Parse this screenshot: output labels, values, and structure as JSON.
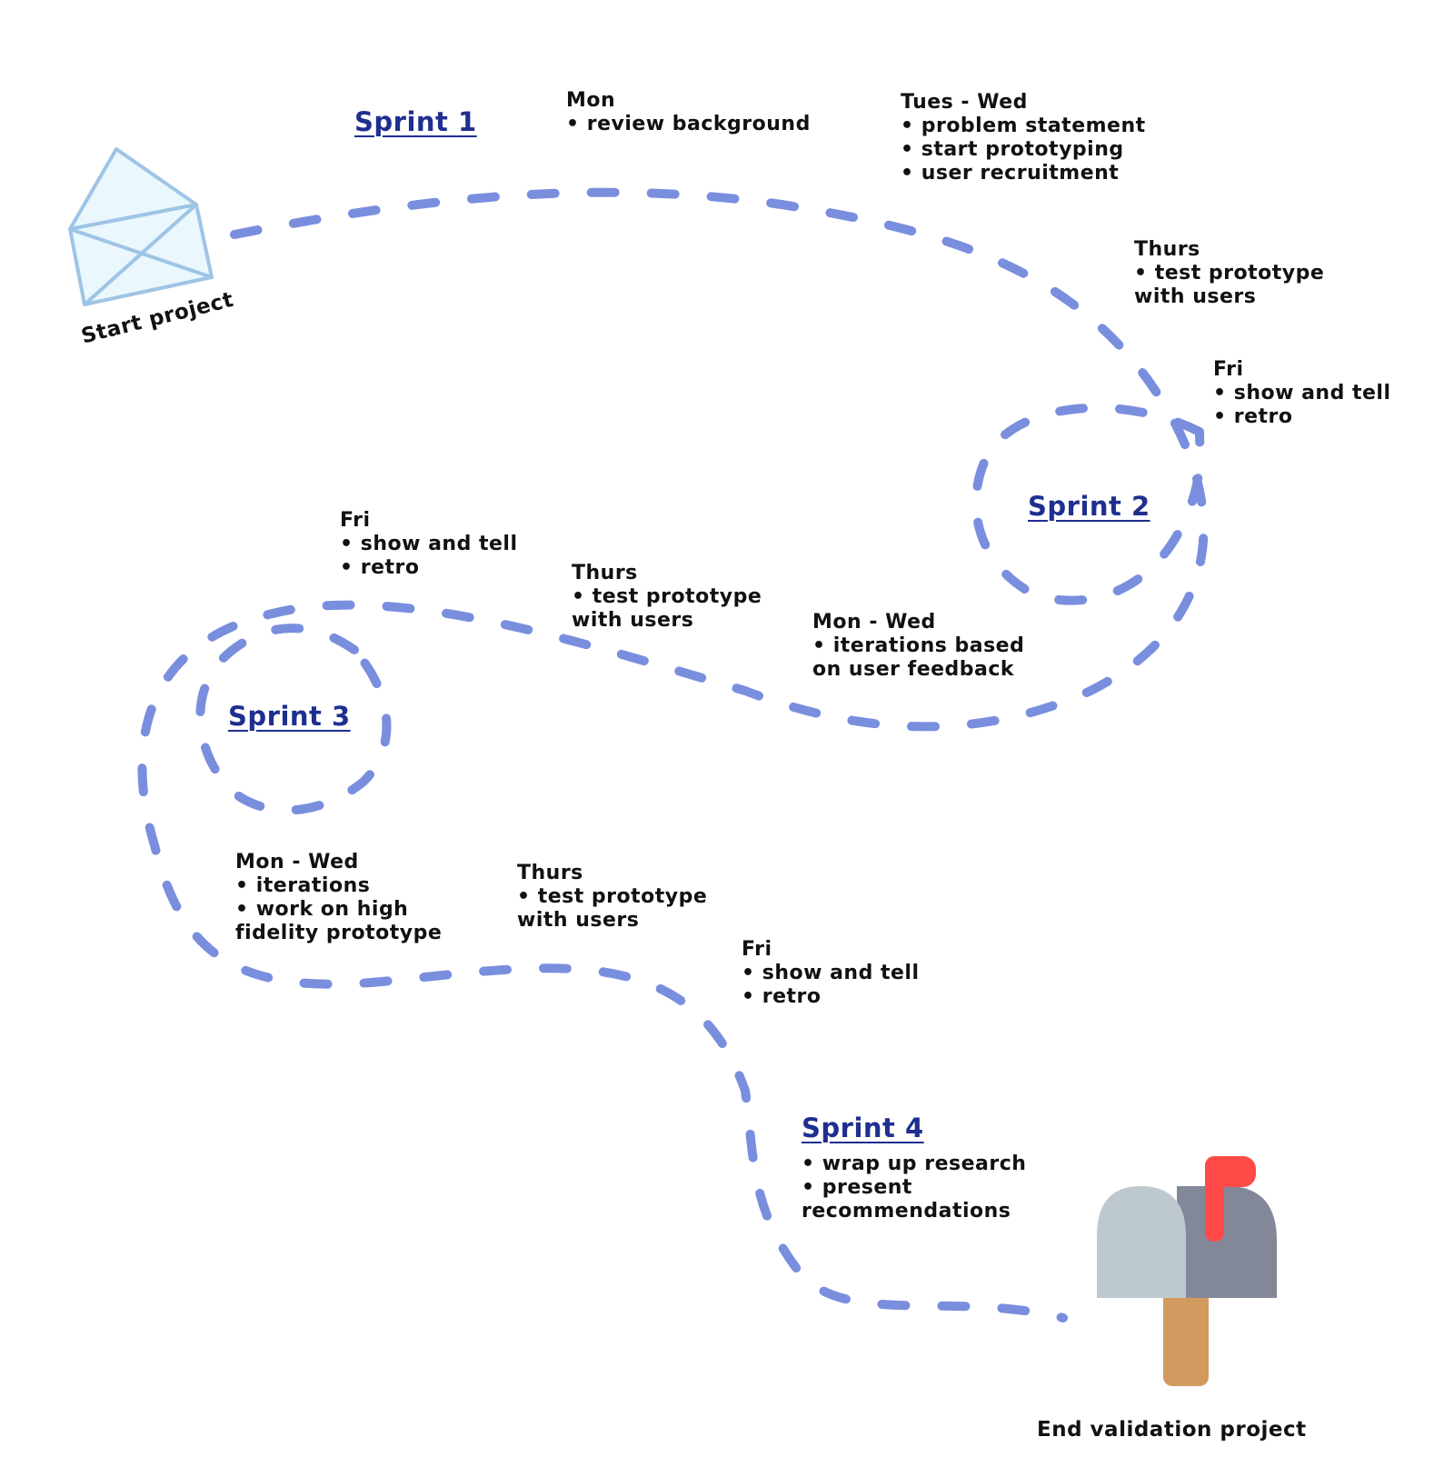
{
  "colors": {
    "path": "#7a8ede",
    "sprint": "#1f2f8f",
    "envelope_fill": "#eaf7fc",
    "envelope_stroke": "#9ec4e6",
    "mailbox_light": "#bec9cf",
    "mailbox_dark": "#838899",
    "mailbox_flag": "#ff4a47",
    "mailbox_post": "#d19a5e"
  },
  "start": {
    "label": "Start project",
    "icon": "envelope-icon"
  },
  "end": {
    "label": "End validation project",
    "icon": "mailbox-icon"
  },
  "sprints": [
    {
      "label": "Sprint 1"
    },
    {
      "label": "Sprint 2"
    },
    {
      "label": "Sprint 3"
    },
    {
      "label": "Sprint 4"
    }
  ],
  "notes": {
    "s1_mon": [
      "Mon",
      "• review background"
    ],
    "s1_tueswed": [
      "Tues - Wed",
      "• problem statement",
      "• start prototyping",
      "• user recruitment"
    ],
    "s1_thurs": [
      "Thurs",
      "• test prototype",
      "with users"
    ],
    "s1_fri": [
      "Fri",
      "• show and tell",
      "• retro"
    ],
    "s2_monwed": [
      "Mon - Wed",
      "• iterations based",
      "on user feedback"
    ],
    "s2_thurs": [
      "Thurs",
      "• test prototype",
      "with users"
    ],
    "s2_fri": [
      "Fri",
      "• show and tell",
      "• retro"
    ],
    "s3_monwed": [
      "Mon - Wed",
      "• iterations",
      "• work on high",
      "fidelity prototype"
    ],
    "s3_thurs": [
      "Thurs",
      "• test prototype",
      "with users"
    ],
    "s3_fri": [
      "Fri",
      "• show and tell",
      "• retro"
    ],
    "s4_items": [
      "• wrap up research",
      "• present",
      "recommendations"
    ]
  }
}
